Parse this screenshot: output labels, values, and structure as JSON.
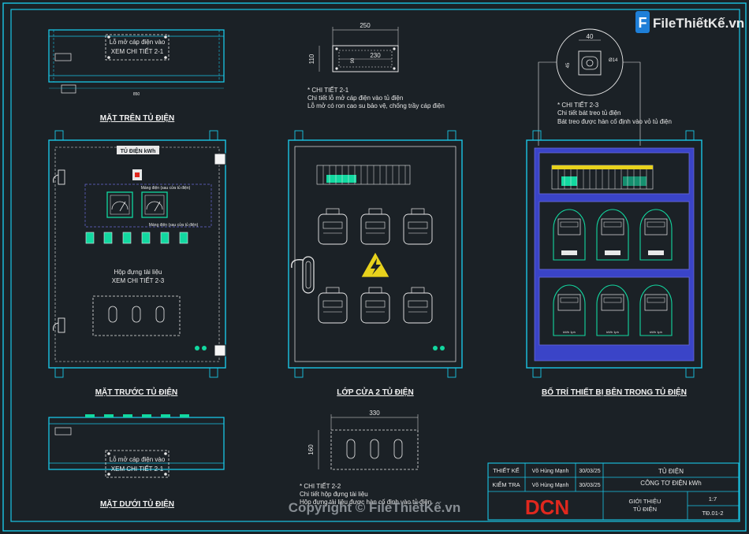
{
  "brand": {
    "logo_text": "FileThiếtKế.vn",
    "watermark": "Copyright © FileThiếtKế.vn"
  },
  "views": {
    "top": {
      "title": "MẶT TRÊN TỦ ĐIỆN",
      "note_line1": "Lỗ mở cáp điện vào",
      "note_line2": "XEM CHI TIẾT 2-1",
      "dim": "850"
    },
    "front": {
      "title": "MẶT TRƯỚC TỦ ĐIỆN",
      "label": "TỦ ĐIỆN kWh",
      "rail_label": "Máng điện (sau cửa tủ điện)",
      "doc_line1": "Hộp đựng tài liệu",
      "doc_line2": "XEM CHI TIẾT 2-3"
    },
    "door": {
      "title": "LỚP CỬA 2 TỦ ĐIỆN"
    },
    "inside": {
      "title": "BỐ TRÍ THIẾT BỊ BÊN TRONG TỦ ĐIỆN",
      "meter_tag": "kWh 1ph"
    },
    "bottom": {
      "title": "MẶT DƯỚI TỦ ĐIỆN",
      "note_line1": "Lỗ mở cáp điện vào",
      "note_line2": "XEM CHI TIẾT 2-1"
    }
  },
  "details": {
    "d21": {
      "w": "250",
      "inner_w": "230",
      "h": "110",
      "inner_h": "90",
      "title": "* CHI TIẾT 2-1",
      "line1": "Chi tiết lỗ mở cáp điện vào tủ điện",
      "line2": "Lỗ mở có ron cao su bảo vệ, chống trầy cáp điện"
    },
    "d22": {
      "w": "330",
      "h": "160",
      "title": "* CHI TIẾT 2-2",
      "line1": "Chi tiết hộp đựng tài liệu",
      "line2": "Hộp đựng tài liệu được hàn cố định vào tủ điện"
    },
    "d23": {
      "w": "40",
      "h": "45",
      "dia": "Ø14",
      "title": "* CHI TIẾT 2-3",
      "line1": "Chi tiết bát treo tủ điện",
      "line2": "Bát treo được hàn cố định vào vỏ tủ điện"
    }
  },
  "titleblock": {
    "designed_label": "THIẾT KẾ",
    "designer": "Võ Hùng Mạnh",
    "designed_date": "30/03/25",
    "checked_label": "KIỂM TRA",
    "checker": "Võ Hùng Mạnh",
    "checked_date": "30/03/25",
    "project_line1": "TỦ ĐIỆN",
    "project_line2": "CÔNG TƠ ĐIỆN kWh",
    "sheet_line1": "GIỚI THIỆU",
    "sheet_line2": "TỦ ĐIỆN",
    "scale": "1:7",
    "drawing_no": "TĐ.01-2",
    "company_logo": "DCN"
  },
  "colors": {
    "background": "#1b2126",
    "line": "#19c6e6",
    "text": "#e8e8e8",
    "meter": "#12d8a0",
    "accent_red": "#e0281e",
    "panel_blue": "#3a44c8",
    "hazard": "#e8d21c"
  }
}
